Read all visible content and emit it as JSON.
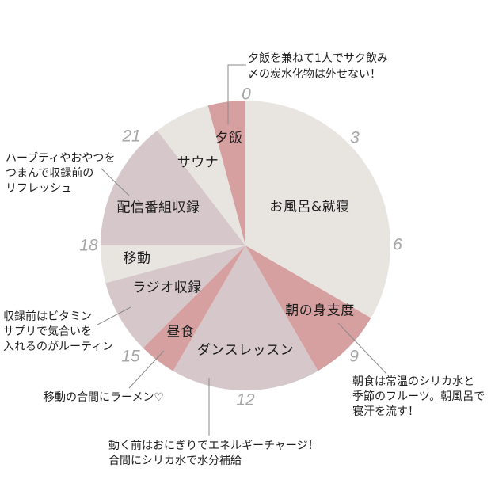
{
  "chart_data": {
    "type": "pie",
    "title": "",
    "subtitle": "",
    "xlabel": "",
    "ylabel": "",
    "unit": "hour of day (24h clock)",
    "total": 24,
    "start_position": "top",
    "direction": "clockwise",
    "grid": false,
    "legend": null,
    "categories": [
      "お風呂&就寝",
      "朝の身支度",
      "ダンスレッスン",
      "昼食",
      "ラジオ収録",
      "移動",
      "配信番組収録",
      "サウナ",
      "夕飯"
    ],
    "values": [
      8,
      2,
      4,
      1,
      2,
      1,
      3.5,
      1.5,
      1
    ],
    "segments": [
      {
        "label": "お風呂&就寝",
        "start": 0,
        "end": 8,
        "value": 8,
        "color": "#e8e5e1"
      },
      {
        "label": "朝の身支度",
        "start": 8,
        "end": 10,
        "value": 2,
        "color": "#d6a0a1"
      },
      {
        "label": "ダンスレッスン",
        "start": 10,
        "end": 14,
        "value": 4,
        "color": "#d6c8ca"
      },
      {
        "label": "昼食",
        "start": 14,
        "end": 15,
        "value": 1,
        "color": "#d6a0a1"
      },
      {
        "label": "ラジオ収録",
        "start": 15,
        "end": 17,
        "value": 2,
        "color": "#d6c8ca"
      },
      {
        "label": "移動",
        "start": 17,
        "end": 18,
        "value": 1,
        "color": "#e8e5e1"
      },
      {
        "label": "配信番組収録",
        "start": 18,
        "end": 21.5,
        "value": 3.5,
        "color": "#d6c8ca"
      },
      {
        "label": "サウナ",
        "start": 21.5,
        "end": 23,
        "value": 1.5,
        "color": "#e8e5e1"
      },
      {
        "label": "夕飯",
        "start": 23,
        "end": 24,
        "value": 1,
        "color": "#d6a0a1"
      }
    ],
    "tick_labels": [
      "0",
      "3",
      "6",
      "9",
      "12",
      "15",
      "18",
      "21"
    ],
    "annotations": [
      {
        "target": "夕飯",
        "lines": [
          "夕飯を兼ねて1人でサク飲み",
          "〆の炭水化物は外せない！"
        ]
      },
      {
        "target": "配信番組収録",
        "lines": [
          "ハーブティやおやつを",
          "つまんで収録前の",
          "リフレッシュ"
        ]
      },
      {
        "target": "ラジオ収録",
        "lines": [
          "収録前はビタミン",
          "サプリで気合いを",
          "入れるのがルーティン"
        ]
      },
      {
        "target": "昼食",
        "lines": [
          "移動の合間にラーメン♡"
        ]
      },
      {
        "target": "ダンスレッスン",
        "lines": [
          "動く前はおにぎりでエネルギーチャージ！",
          "合間にシリカ水で水分補給"
        ]
      },
      {
        "target": "朝の身支度",
        "lines": [
          "朝食は常温のシリカ水と",
          "季節のフルーツ。朝風呂で",
          "寝汗を流す！"
        ]
      }
    ]
  },
  "colors": {
    "light": "#e8e5e1",
    "pink": "#d6a0a1",
    "mauve": "#d6c8ca",
    "tick_text": "#a6a6a6",
    "leader_line": "#8a8a8a",
    "text": "#1c1c1c",
    "background": "#ffffff"
  }
}
